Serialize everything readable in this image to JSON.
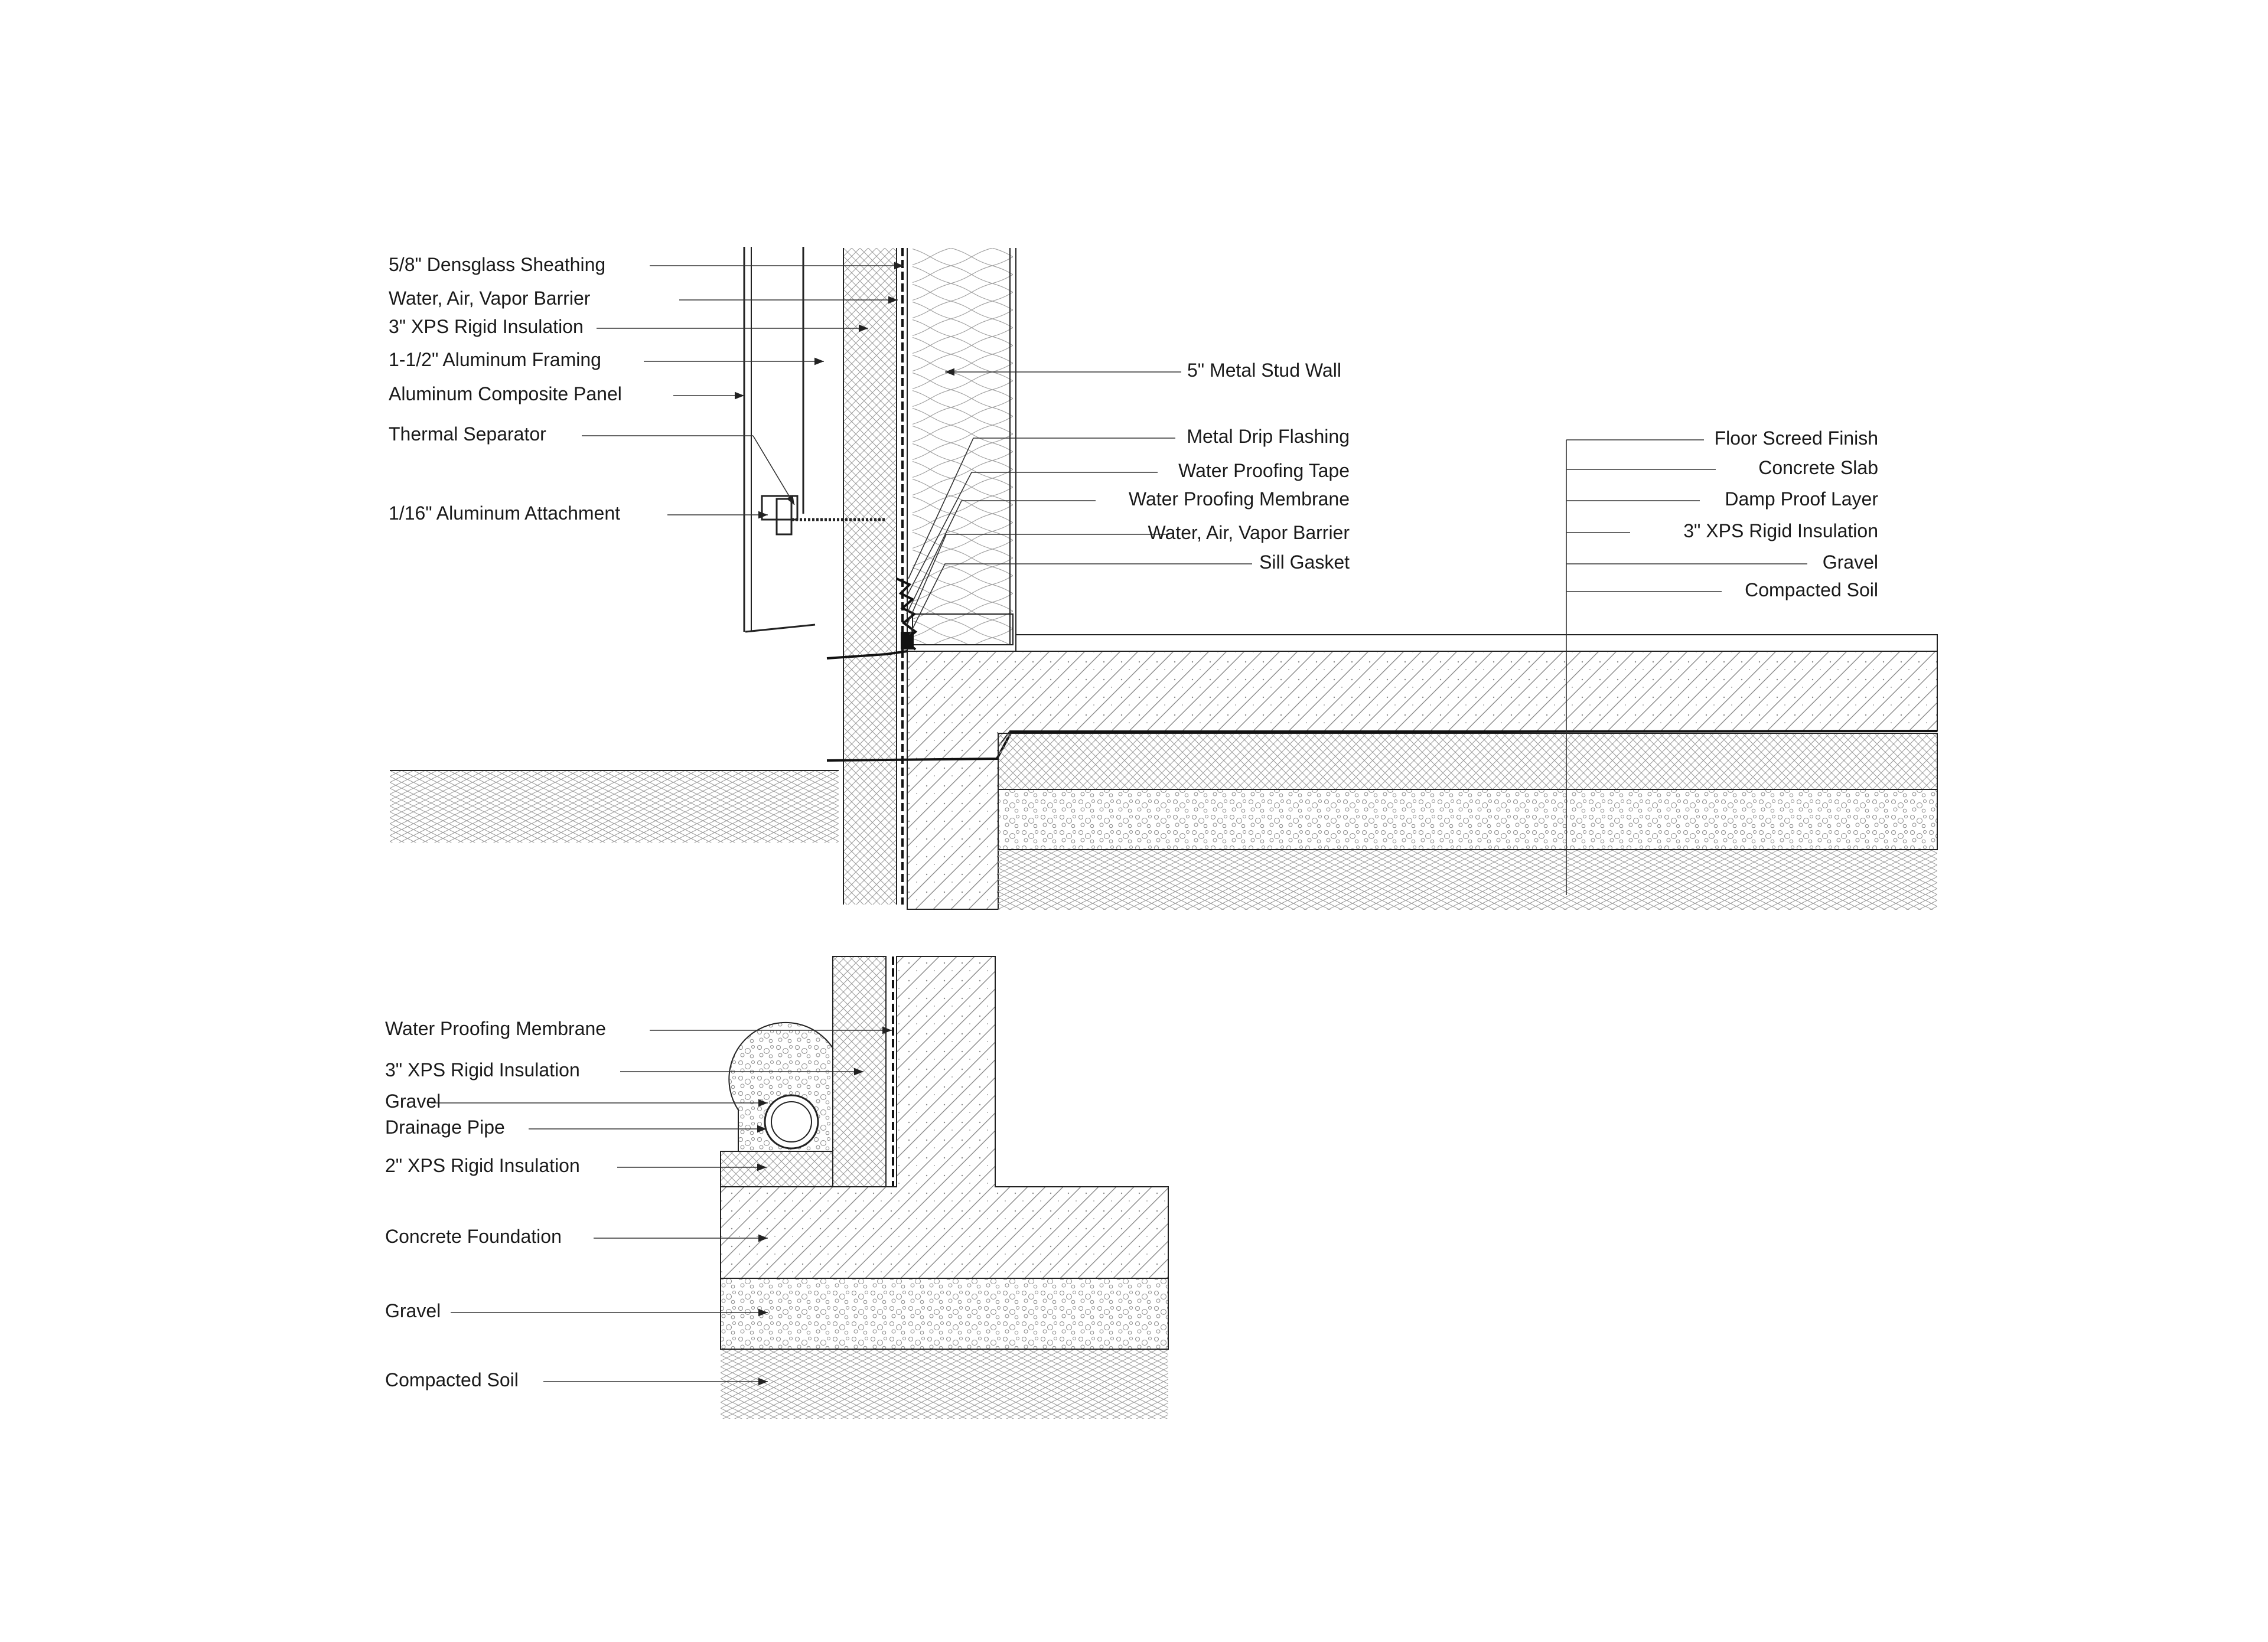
{
  "wall_labels": [
    "5/8\" Densglass Sheathing",
    "Water, Air, Vapor Barrier",
    "3\" XPS Rigid Insulation",
    "1-1/2\" Aluminum Framing",
    "Aluminum Composite Panel",
    "Thermal Separator",
    "1/16\" Aluminum Attachment"
  ],
  "sill_labels": [
    "5\" Metal Stud Wall",
    "Metal Drip Flashing",
    "Water Proofing Tape",
    "Water Proofing Membrane",
    "Water, Air, Vapor Barrier",
    "Sill Gasket"
  ],
  "slab_labels": [
    "Floor Screed Finish",
    "Concrete Slab",
    "Damp Proof Layer",
    "3\" XPS Rigid Insulation",
    "Gravel",
    "Compacted Soil"
  ],
  "foundation_labels": [
    "Water Proofing Membrane",
    "3\" XPS Rigid Insulation",
    "Gravel",
    "Drainage Pipe",
    "2\" XPS Rigid Insulation",
    "Concrete Foundation",
    "Gravel",
    "Compacted Soil"
  ]
}
